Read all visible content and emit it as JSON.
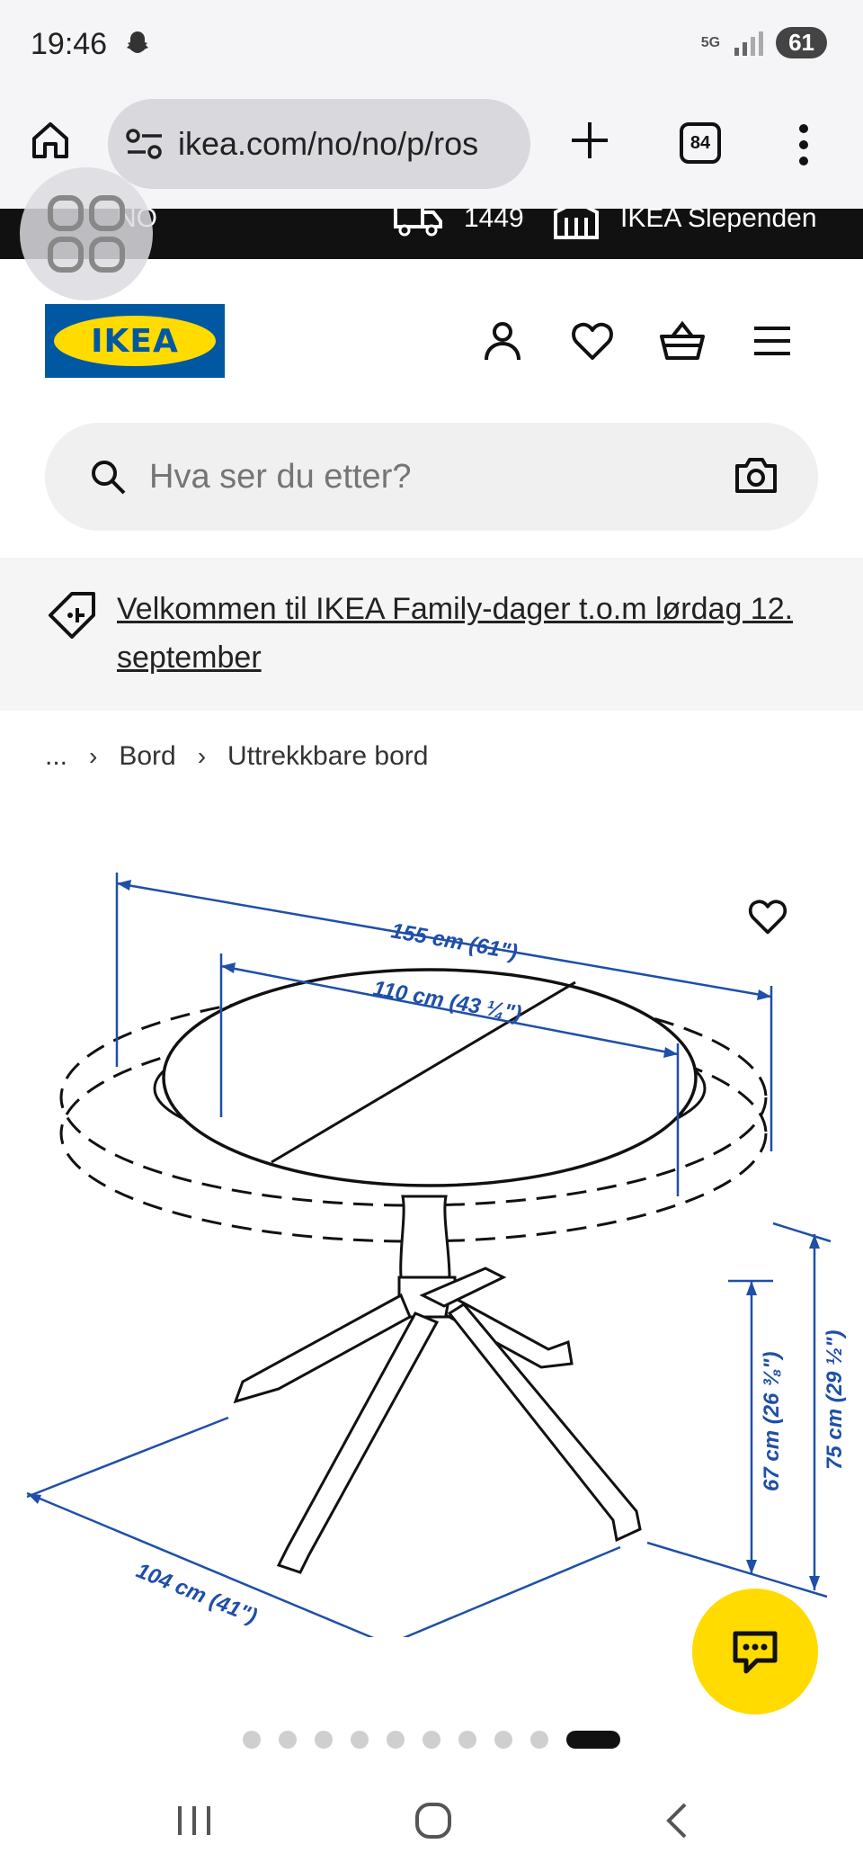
{
  "status_bar": {
    "time": "19:46",
    "network": "5G",
    "battery": "61"
  },
  "browser": {
    "url": "ikea.com/no/no/p/ros",
    "tab_count": "84"
  },
  "info_strip": {
    "left_text": "NO",
    "delivery_text": "1449",
    "store_text": "IKEA Slependen"
  },
  "header": {
    "logo_text": "IKEA"
  },
  "search": {
    "placeholder": "Hva ser du etter?"
  },
  "promo": {
    "text": "Velkommen til IKEA Family-dager t.o.m lørdag 12. september"
  },
  "breadcrumb": {
    "ellipsis": "...",
    "items": [
      "Bord",
      "Uttrekkbare bord"
    ]
  },
  "product_image": {
    "dim_length": "155 cm (61\")",
    "dim_top": "110 cm (43 ¼\")",
    "dim_height_inner": "67 cm (26 ⅜\")",
    "dim_height_outer": "75 cm (29 ½\")",
    "dim_depth": "104 cm (41\")"
  },
  "carousel": {
    "total": 10,
    "active_index": 9
  },
  "colors": {
    "ikea_blue": "#0058a3",
    "ikea_yellow": "#ffdb00",
    "dimension_blue": "#1f4fa8"
  }
}
